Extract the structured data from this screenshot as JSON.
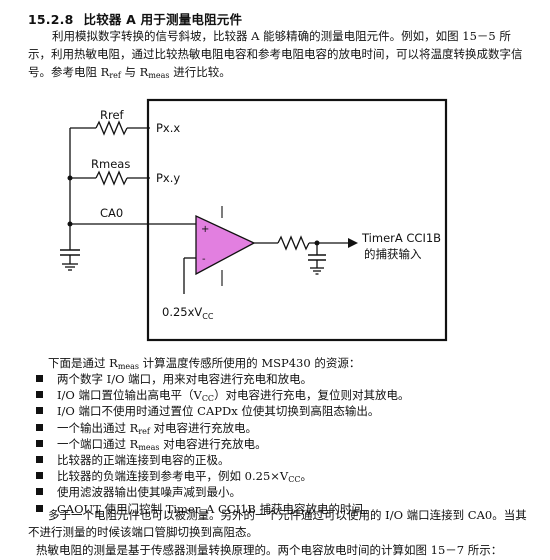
{
  "section": {
    "number": "15.2.8",
    "title": "比较器 A 用于测量电阻元件"
  },
  "para1": {
    "a": "利用模拟数字转换的信号斜坡，比较器 A 能够精确的测量电阻元件。例如，如图 15－5 所示，利用热敏电阻，通过比较热敏电阻电容和参考电阻电容的放电时间，可以将温度转换成数字信号。参考电阻 R",
    "sub1": "ref",
    "b": " 与 R",
    "sub2": "meas",
    "c": " 进行比较。"
  },
  "circuit": {
    "rref": "Rref",
    "rmeas": "Rmeas",
    "pxx": "Px.x",
    "pxy": "Px.y",
    "ca0": "CA0",
    "plus": "+",
    "minus": "-",
    "timer_line1": "TimerA  CCI1B",
    "timer_line2": "的捕获输入",
    "vcc_label": "0.25xV",
    "vcc_sub": "CC"
  },
  "intro": {
    "a": "下面是通过 R",
    "sub": "meas",
    "b": " 计算温度传感所使用的 MSP430 的资源："
  },
  "resources": [
    {
      "text": "两个数字 I/O 端口，用来对电容进行充电和放电。"
    },
    {
      "text": "I/O 端口置位输出高电平（V",
      "sub": "CC",
      "tail": "）对电容进行充电，复位则对其放电。"
    },
    {
      "text": "I/O 端口不使用时通过置位 CAPDx 位使其切换到高阻态输出。"
    },
    {
      "text": "一个输出通过 R",
      "sub": "ref",
      "tail": " 对电容进行充放电。"
    },
    {
      "text": "一个端口通过 R",
      "sub": "meas",
      "tail": " 对电容进行充放电。"
    },
    {
      "text": "比较器的正端连接到电容的正极。"
    },
    {
      "text": "比较器的负端连接到参考电平，例如 0.25×V",
      "sub": "CC",
      "tail": "。"
    },
    {
      "text": "使用滤波器输出使其噪声减到最小。"
    },
    {
      "text": "CAOUT 使用门控制 Timer_A CCI1B 捕获电容放电的时间。"
    }
  ],
  "para2": "多于一个电阻元件也可以被测量。另外的一个元件通过可以使用的 I/O 端口连接到 CA0。当其不进行测量的时候该端口管脚切换到高阻态。",
  "para3": "热敏电阻的测量是基于传感器测量转换原理的。两个电容放电时间的计算如图 15－7 所示：",
  "colors": {
    "opamp_fill": "#e27fe0",
    "line": "#111111"
  }
}
